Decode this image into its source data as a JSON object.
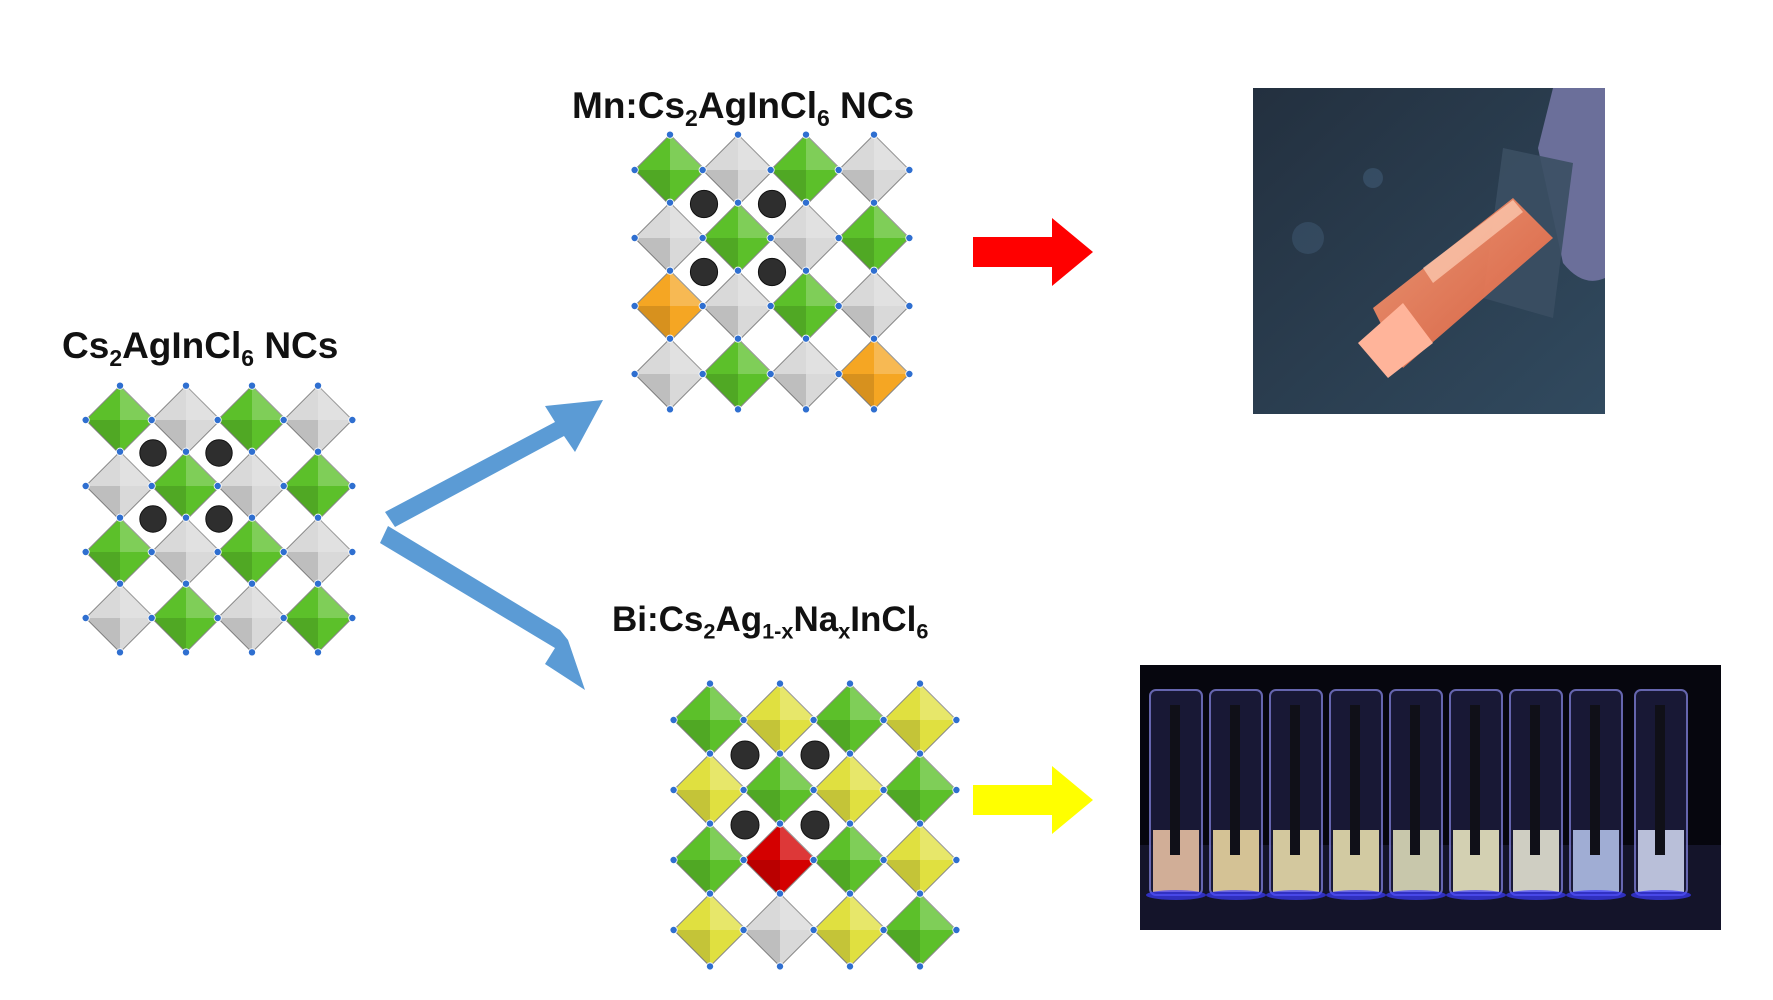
{
  "labels": {
    "host": {
      "prefix": "Cs",
      "s1": "2",
      "mid": "AgInCl",
      "s2": "6",
      "suffix": " NCs"
    },
    "mn": {
      "prefix": "Mn:Cs",
      "s1": "2",
      "mid": "AgInCl",
      "s2": "6",
      "suffix": " NCs"
    },
    "bi": {
      "prefix": "Bi:Cs",
      "s1": "2",
      "mid1": "Ag",
      "s2": "1-x",
      "mid2": "Na",
      "s3": "x",
      "mid3": "InCl",
      "s4": "6"
    }
  },
  "structures": [
    {
      "id": "host",
      "highlight": null
    },
    {
      "id": "mn-doped",
      "highlight": "orange"
    },
    {
      "id": "bi-doped",
      "highlight": "red"
    }
  ],
  "arrows": [
    {
      "id": "to-mn",
      "color": "#5b9bd5"
    },
    {
      "id": "to-bi",
      "color": "#5b9bd5"
    },
    {
      "id": "mn-emission",
      "color": "#ff0000"
    },
    {
      "id": "bi-emission",
      "color": "#ffff00"
    }
  ],
  "photos": [
    {
      "id": "cuvette",
      "emission": "orange-red"
    },
    {
      "id": "vials",
      "emission": "yellow-white"
    }
  ],
  "colors": {
    "green_octahedra": "#5cc02a",
    "grey_octahedra": "#d9d9d9",
    "cs_atoms": "#2e2e2e",
    "cl_atoms": "#2f6fd0",
    "mn_site": "#f5a623",
    "bi_site": "#d40000",
    "yellow_octahedra": "#e0e040"
  }
}
